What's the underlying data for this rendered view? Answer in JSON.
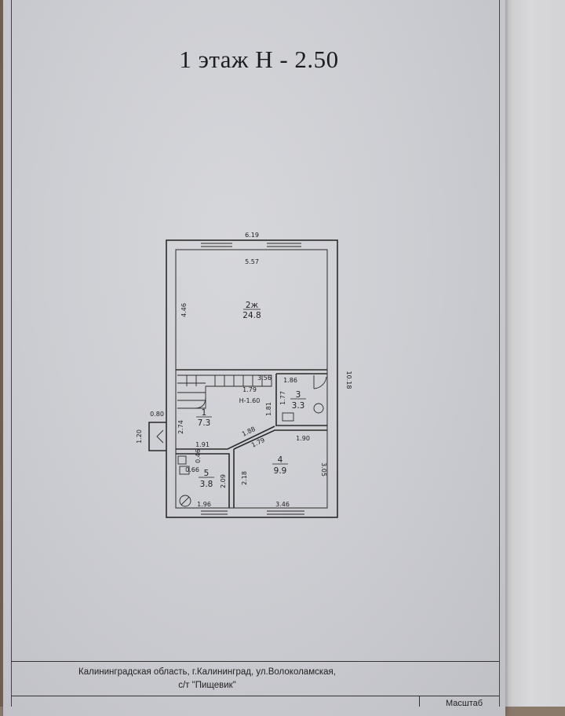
{
  "drawing": {
    "title": "1 этаж Н - 2.50",
    "address_line1": "Калининградская область, г.Калининград, ул.Волоколамская,",
    "address_line2": "с/т \"Пищевик\"",
    "scale_label": "Масштаб"
  },
  "dimensions": {
    "top_outer": "6.19",
    "top_inner": "5.57",
    "room2_height": "4.46",
    "overall_height": "10.18",
    "stair_width": "3.56",
    "hall_width": "1.79",
    "stair_height": "Н-1.60",
    "hall_depth": "2.74",
    "entrance_width": "0.80",
    "entrance_depth": "1.20",
    "hall_lower": "1.91",
    "hall_diag": "1.88",
    "hall_side": "1.81",
    "room3_width": "1.86",
    "room3_depth": "1.77",
    "room4_top": "1.90",
    "room4_diag": "1.79",
    "room4_left": "2.18",
    "room4_right": "3.05",
    "room4_bottom": "3.46",
    "room5_a": "0.46",
    "room5_b": "0.66",
    "room5_depth": "2.09",
    "room5_width": "1.96"
  },
  "rooms": [
    {
      "number": "2ж",
      "area": "24.8"
    },
    {
      "number": "1",
      "area": "7.3"
    },
    {
      "number": "3",
      "area": "3.3"
    },
    {
      "number": "4",
      "area": "9.9"
    },
    {
      "number": "5",
      "area": "3.8"
    }
  ]
}
